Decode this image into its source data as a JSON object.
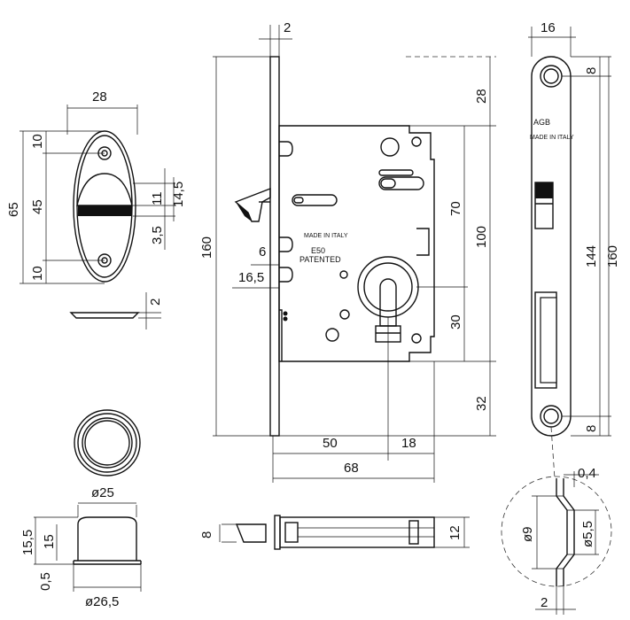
{
  "dimensions": {
    "rose_width": "28",
    "rose_height": "65",
    "rose_top": "10",
    "rose_mid": "45",
    "rose_bottom": "10",
    "rose_slot_11": "11",
    "rose_slot_14_5": "14,5",
    "rose_slot_3_5": "3,5",
    "rose_thickness": "2",
    "plate_thickness": "2",
    "lock_height": "160",
    "latch_6": "6",
    "latch_16_5": "16,5",
    "top_28": "28",
    "span_70": "70",
    "span_100": "100",
    "span_30": "30",
    "bottom_32": "32",
    "backset_50": "50",
    "case_18": "18",
    "case_68": "68",
    "strike_width": "16",
    "strike_top_8": "8",
    "strike_144": "144",
    "strike_160": "160",
    "strike_bottom_8": "8",
    "knob_dia": "ø25",
    "knob_15_5": "15,5",
    "knob_15": "15",
    "knob_0_5": "0,5",
    "knob_base_dia": "ø26,5",
    "bolt_8": "8",
    "bolt_12": "12",
    "detail_0_4": "0,4",
    "detail_dia9": "ø9",
    "detail_dia5_5": "ø5,5",
    "detail_2": "2"
  },
  "markings": {
    "made_in_italy": "MADE IN ITALY",
    "model": "E50",
    "patented": "PATENTED",
    "strike_logo": "AGB",
    "strike_made": "MADE IN ITALY"
  }
}
